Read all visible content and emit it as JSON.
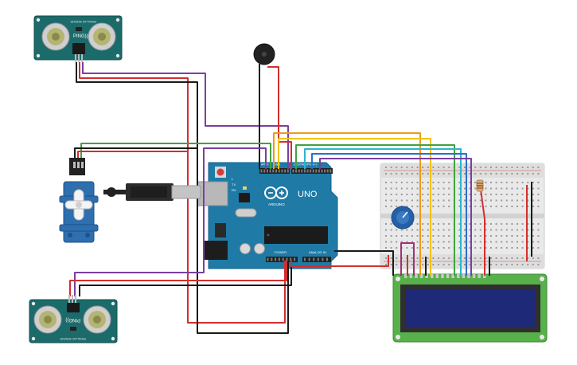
{
  "colors": {
    "wire_red": "#d32f2f",
    "wire_black": "#1a1a1a",
    "wire_purple": "#7b3fa0",
    "wire_orange": "#f09a1a",
    "wire_yellow": "#f2c200",
    "wire_green": "#3fa33f",
    "wire_cyan": "#2cb6c9",
    "wire_blue": "#2a6fd1",
    "arduino_teal": "#1f7aa6",
    "sensor_teal": "#1c6b6b",
    "lcd_green": "#58b04a",
    "lcd_screen": "#1e2a78"
  },
  "components": {
    "sensor_top": {
      "label": "PING))",
      "fine_print": "PARALLAX SENSOR",
      "icon": "ultrasonic-sensor"
    },
    "sensor_bottom": {
      "label": "PING))",
      "fine_print": "PARALLAX SENSOR",
      "icon": "ultrasonic-sensor"
    },
    "buzzer": {
      "icon": "piezo-buzzer"
    },
    "servo": {
      "icon": "servo-motor"
    },
    "usb_cable": {
      "icon": "usb-cable"
    },
    "arduino": {
      "brand": "ARDUINO",
      "model": "UNO",
      "digital_header": "DIGITAL (PWM~)",
      "power_header": "POWER",
      "analog_header": "ANALOG IN",
      "tx_label": "TX",
      "rx_label": "RX",
      "l_label": "L",
      "aref_label": "AREF",
      "gnd_label": "GND",
      "icon": "arduino-uno"
    },
    "breadboard": {
      "icon": "breadboard"
    },
    "potentiometer": {
      "icon": "potentiometer"
    },
    "resistor": {
      "icon": "resistor"
    },
    "lcd": {
      "icon": "lcd-16x2"
    }
  }
}
